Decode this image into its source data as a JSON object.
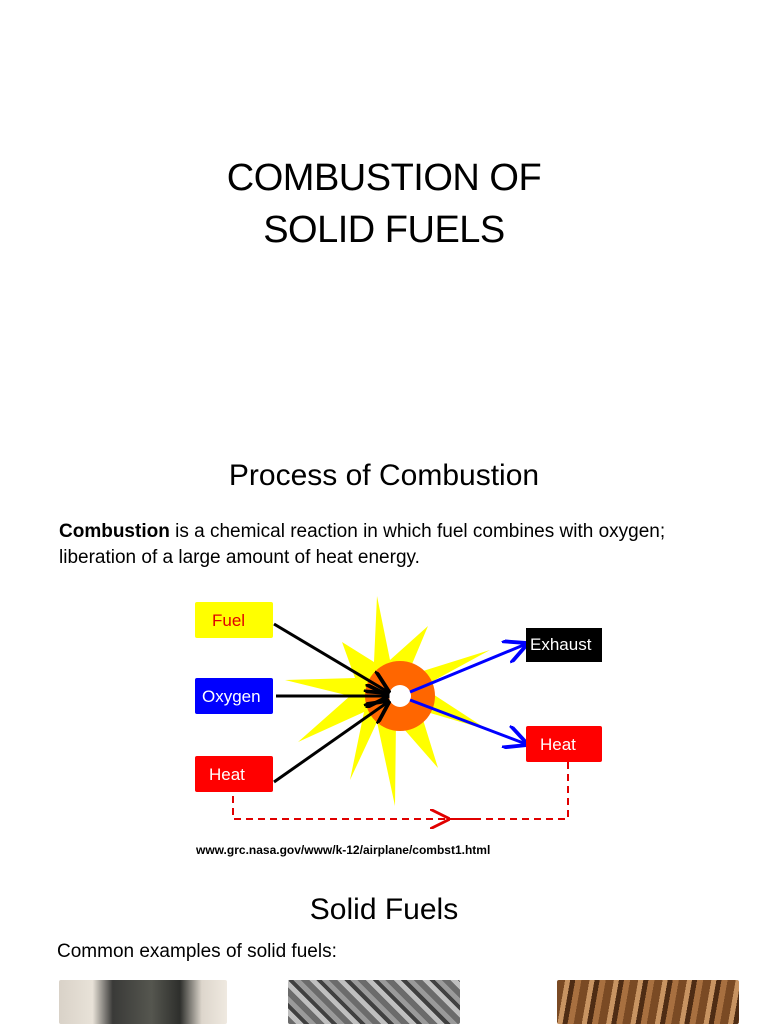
{
  "slide1": {
    "title_line1": "COMBUSTION OF",
    "title_line2": "SOLID FUELS"
  },
  "slide2": {
    "heading": "Process of Combustion",
    "definition_term": "Combustion",
    "definition_rest": " is a chemical reaction in which fuel combines with oxygen;",
    "definition_line2": "liberation of a large amount of heat energy.",
    "diagram": {
      "inputs": [
        {
          "label": "Fuel",
          "color": "#ffff00",
          "text_color": "#e00000"
        },
        {
          "label": "Oxygen",
          "color": "#0000ff",
          "text_color": "#ffffff"
        },
        {
          "label": "Heat",
          "color": "#ff0000",
          "text_color": "#ffffff"
        }
      ],
      "outputs": [
        {
          "label": "Exhaust",
          "color": "#000000",
          "text_color": "#ffffff"
        },
        {
          "label": "Heat",
          "color": "#ff0000",
          "text_color": "#ffffff"
        }
      ],
      "colors": {
        "flame": "#ffff00",
        "core": "#ff6600",
        "arrow_in": "#000000",
        "arrow_out": "#0000ff",
        "feedback": "#e00000"
      }
    },
    "source": "www.grc.nasa.gov/www/k-12/airplane/combst1.html"
  },
  "slide3": {
    "heading": "Solid Fuels",
    "intro": "Common examples of solid fuels:"
  }
}
